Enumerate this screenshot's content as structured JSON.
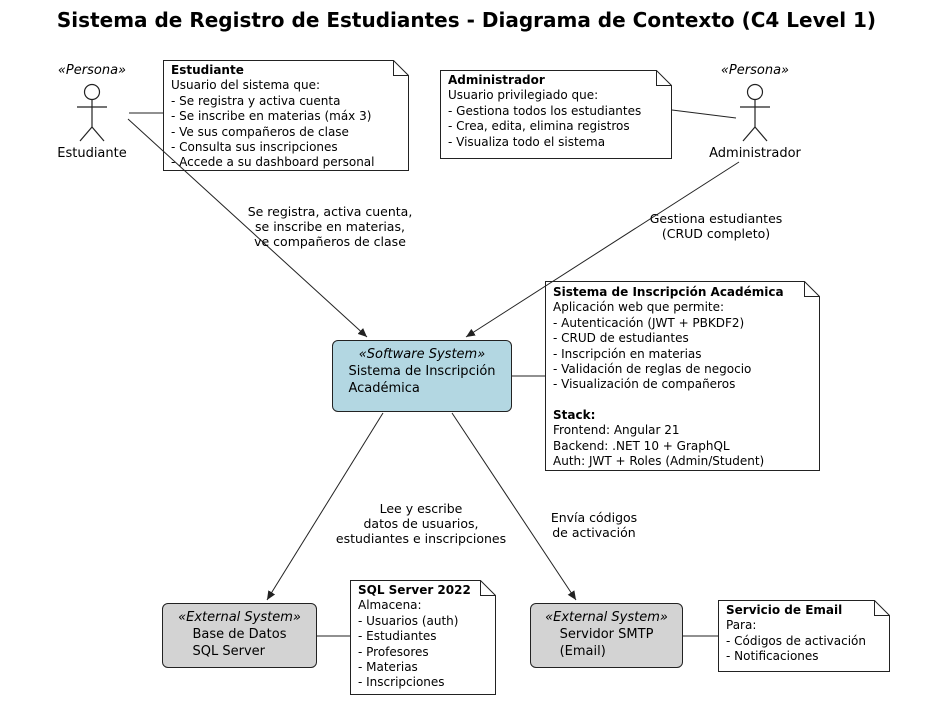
{
  "title": "Sistema de Registro de Estudiantes - Diagrama de Contexto (C4 Level 1)",
  "colors": {
    "system_fill": "#b3d7e2",
    "external_fill": "#d3d3d3",
    "border": "#222222"
  },
  "actors": {
    "estudiante": {
      "stereotype": "«Persona»",
      "label": "Estudiante"
    },
    "administrador": {
      "stereotype": "«Persona»",
      "label": "Administrador"
    }
  },
  "nodes": {
    "system": {
      "stereotype": "«Software System»",
      "name": "Sistema de Inscripción\nAcadémica"
    },
    "database": {
      "stereotype": "«External System»",
      "name": "Base de Datos\nSQL Server"
    },
    "smtp": {
      "stereotype": "«External System»",
      "name": "Servidor SMTP\n(Email)"
    }
  },
  "notes": {
    "estudiante": {
      "title": "Estudiante",
      "body": "Usuario del sistema que:\n- Se registra y activa cuenta\n- Se inscribe en materias (máx 3)\n- Ve sus compañeros de clase\n- Consulta sus inscripciones\n- Accede a su dashboard personal"
    },
    "administrador": {
      "title": "Administrador",
      "body": "Usuario privilegiado que:\n- Gestiona todos los estudiantes\n- Crea, edita, elimina registros\n- Visualiza todo el sistema"
    },
    "system": {
      "title": "Sistema de Inscripción Académica",
      "body": "Aplicación web que permite:\n- Autenticación (JWT + PBKDF2)\n- CRUD de estudiantes\n- Inscripción en materias\n- Validación de reglas de negocio\n- Visualización de compañeros",
      "stack_title": "Stack:",
      "stack_body": "Frontend: Angular 21\nBackend: .NET 10 + GraphQL\nAuth: JWT + Roles (Admin/Student)"
    },
    "sql": {
      "title": "SQL Server 2022",
      "body": "Almacena:\n- Usuarios (auth)\n- Estudiantes\n- Profesores\n- Materias\n- Inscripciones"
    },
    "email": {
      "title": "Servicio de Email",
      "body": "Para:\n- Códigos de activación\n- Notificaciones"
    }
  },
  "edges": {
    "estudiante_system": {
      "label": "Se registra, activa cuenta,\nse inscribe en materias,\nve compañeros de clase"
    },
    "admin_system": {
      "label": "Gestiona estudiantes\n(CRUD completo)"
    },
    "system_db": {
      "label": "Lee y escribe\ndatos de usuarios,\nestudiantes e inscripciones"
    },
    "system_smtp": {
      "label": "Envía códigos\nde activación"
    }
  }
}
